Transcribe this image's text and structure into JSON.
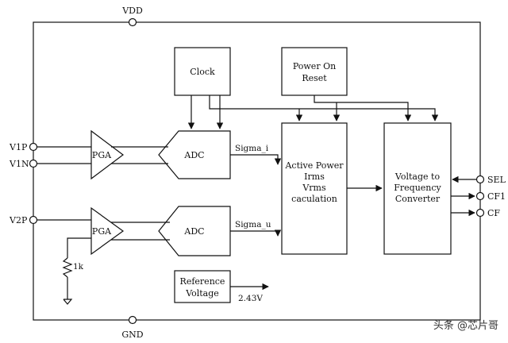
{
  "pins": {
    "vdd": "VDD",
    "gnd": "GND",
    "v1p": "V1P",
    "v1n": "V1N",
    "v2p": "V2P",
    "sel": "SEL",
    "cf1": "CF1",
    "cf": "CF"
  },
  "blocks": {
    "clock": "Clock",
    "power_on_reset_line1": "Power On",
    "power_on_reset_line2": "Reset",
    "pga1": "PGA",
    "adc1": "ADC",
    "pga2": "PGA",
    "adc2": "ADC",
    "calc_line1": "Active Power",
    "calc_line2": "Irms",
    "calc_line3": "Vrms",
    "calc_line4": "caculation",
    "vtf_line1": "Voltage to",
    "vtf_line2": "Frequency",
    "vtf_line3": "Converter",
    "ref_line1": "Reference",
    "ref_line2": "Voltage"
  },
  "signals": {
    "sigma_i": "Sigma_i",
    "sigma_u": "Sigma_u",
    "vref_out": "2.43V",
    "resistor": "1k"
  },
  "watermark": "头条 @芯片哥"
}
